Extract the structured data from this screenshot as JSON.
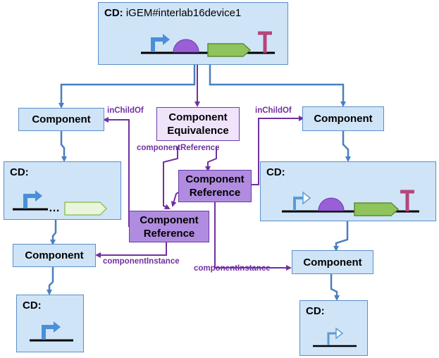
{
  "top_cd": {
    "prefix": "CD:",
    "name": "iGEM#interlab16device1"
  },
  "labels": {
    "component": "Component",
    "cd": "CD:",
    "component_equivalence": "Component Equivalence",
    "component_reference": "Component Reference",
    "in_child_of": "inChildOf",
    "component_reference_edge": "componentReference",
    "component_instance": "componentInstance",
    "ellipsis": "…"
  },
  "colors": {
    "blue_box": "#cfe4f7",
    "blue_border": "#5b8fc7",
    "purple": "#7030a0",
    "purple_box": "#b08ce0",
    "light_purple_box": "#f0e4fb",
    "promoter": "#5b9bd5",
    "rbs": "#9966cc",
    "cds": "#8fc45c",
    "terminator": "#b5467a"
  },
  "icons": [
    "promoter-glyph",
    "rbs-glyph",
    "cds-glyph",
    "terminator-glyph"
  ]
}
